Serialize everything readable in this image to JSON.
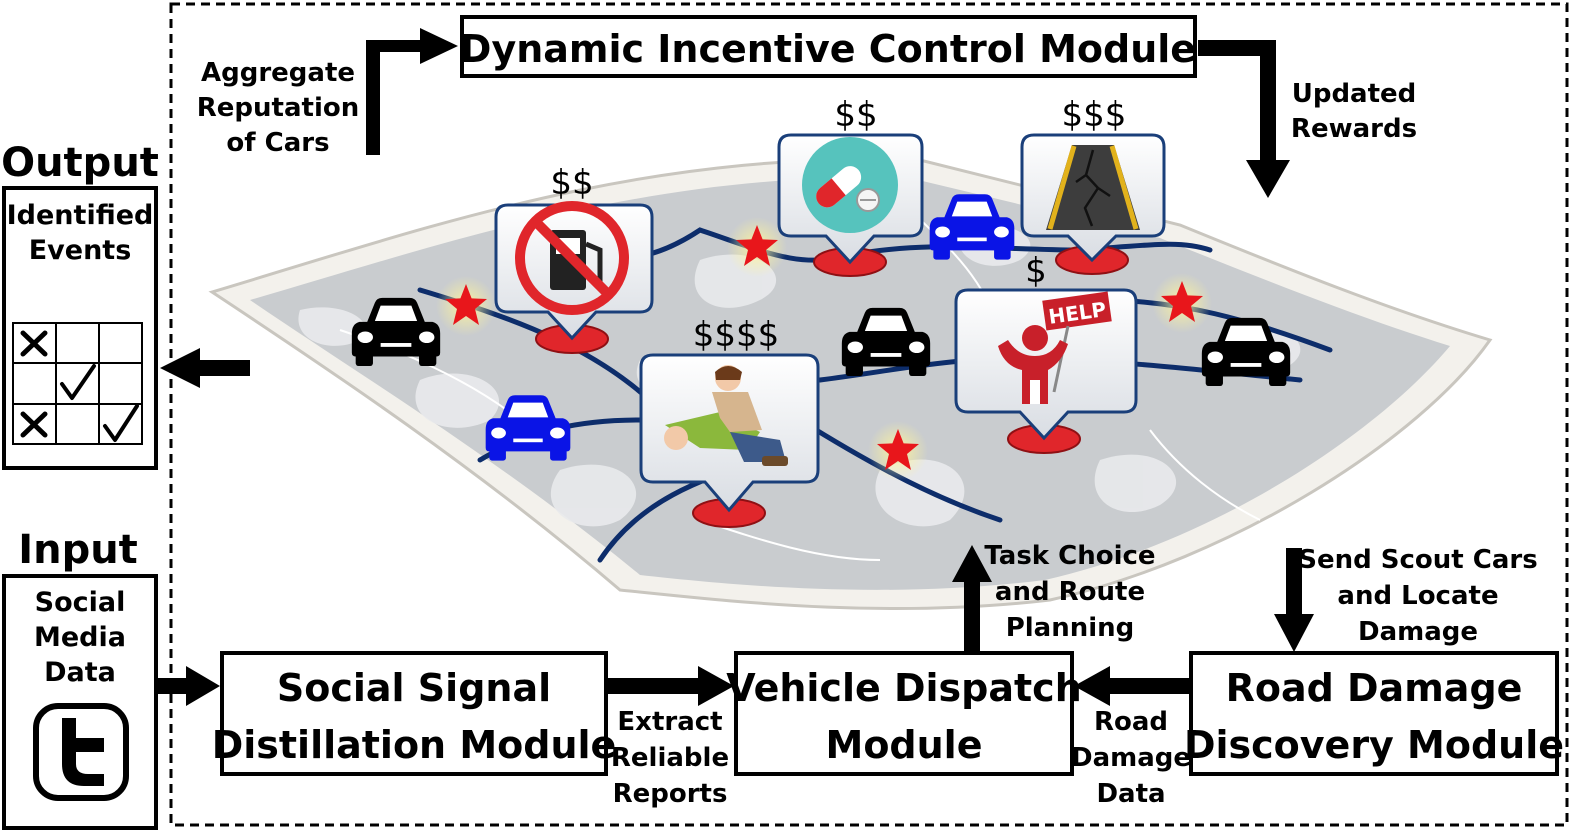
{
  "output": {
    "title": "Output",
    "lines": [
      "Identified",
      "Events"
    ]
  },
  "input": {
    "title": "Input",
    "lines": [
      "Social",
      "Media",
      "Data"
    ]
  },
  "modules": {
    "dynamic_incentive": [
      "Dynamic Incentive Control Module"
    ],
    "social_signal": [
      "Social Signal",
      "Distillation Module"
    ],
    "vehicle_dispatch": [
      "Vehicle Dispatch",
      "Module"
    ],
    "road_damage": [
      "Road Damage",
      "Discovery Module"
    ]
  },
  "flow_labels": {
    "aggregate_reputation": [
      "Aggregate",
      "Reputation",
      "of Cars"
    ],
    "updated_rewards": [
      "Updated",
      "Rewards"
    ],
    "task_choice": [
      "Task Choice",
      "and Route",
      "Planning"
    ],
    "send_scout": [
      "Send Scout Cars",
      "and Locate",
      "Damage"
    ],
    "extract_reports": [
      "Extract",
      "Reliable",
      "Reports"
    ],
    "road_damage_data": [
      "Road",
      "Damage",
      "Data"
    ]
  },
  "event_markers": [
    {
      "name": "no-fuel",
      "price": "$$",
      "icon": "no-fuel-icon"
    },
    {
      "name": "medicine",
      "price": "$$",
      "icon": "pills-icon"
    },
    {
      "name": "road-damage",
      "price": "$$$",
      "icon": "cracked-road-icon"
    },
    {
      "name": "first-aid",
      "price": "$$$$",
      "icon": "cpr-icon"
    },
    {
      "name": "help",
      "price": "$",
      "icon": "help-sign-icon"
    }
  ],
  "help_sign_text": "HELP",
  "event_grid": [
    [
      "x",
      "",
      ""
    ],
    [
      "",
      "check",
      ""
    ],
    [
      "x",
      "",
      "check"
    ]
  ],
  "colors": {
    "car_black": "#000000",
    "car_blue": "#0a14e6",
    "star_red": "#e8161b",
    "pin_red": "#e0262b",
    "road_blue": "#0d2d6b"
  }
}
